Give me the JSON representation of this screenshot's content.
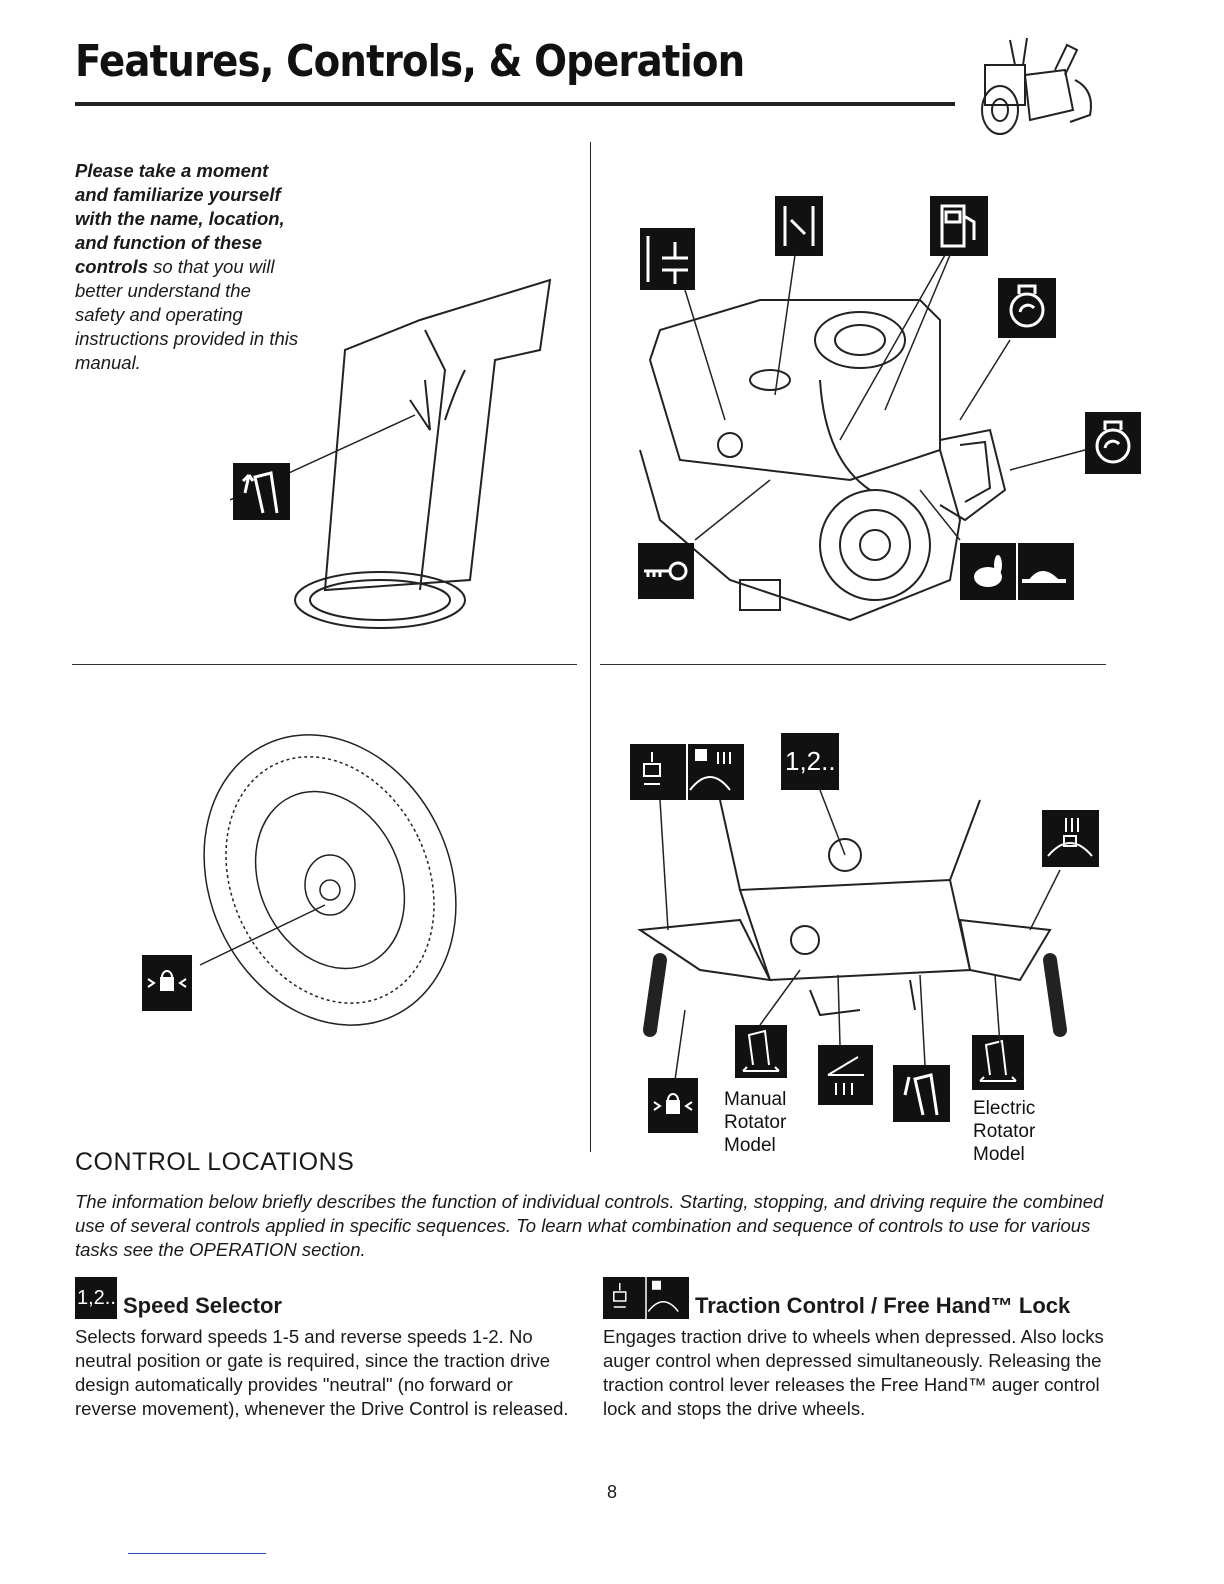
{
  "page": {
    "title": "Features, Controls, & Operation",
    "intro_bold": "Please take a moment and familiarize yourself with the name, location, and function of these controls",
    "intro_rest": " so that you will better understand the safety and operating instructions provided in this manual.",
    "page_number": "8"
  },
  "icons": {
    "snowblower_header": "snowblower-icon",
    "chute_deflector": "chute-deflector-icon",
    "choke": "choke-icon",
    "throttle": "throttle-icon",
    "fuel": "fuel-icon",
    "primer": "primer-icon",
    "recoil_starter": "recoil-starter-icon",
    "ignition_key": "ignition-key-icon",
    "fast_slow": "rabbit-turtle-icon",
    "wheel_lock": "wheel-lock-icon",
    "traction_control": "traction-control-icon",
    "auger_control": "auger-control-icon",
    "speed_selector": "speed-selector-icon",
    "chute_rotator": "chute-rotator-icon"
  },
  "diagram": {
    "speed_badge": "1,2..",
    "manual_label": "Manual\nRotator\nModel",
    "electric_label": "Electric\nRotator\nModel"
  },
  "sections": {
    "control_locations": "CONTROL LOCATIONS",
    "info": "The information below briefly describes the function of individual controls. Starting, stopping, and driving require the combined use of several controls applied in specific sequences. To learn what combination and sequence of controls to use for various tasks see the OPERATION section.",
    "speed_selector": {
      "badge": "1,2..",
      "title": "Speed Selector",
      "body": "Selects forward speeds 1-5 and reverse speeds 1-2. No neutral position or gate is required, since the traction drive design automatically provides \"neutral\" (no forward or reverse movement), whenever the Drive Control is released."
    },
    "traction_control": {
      "title": "Traction Control / Free Hand™ Lock",
      "body": "Engages traction drive to wheels when depressed. Also locks auger control when depressed simultaneously. Releasing the traction control lever releases the Free Hand™ auger control lock and stops the drive wheels."
    }
  }
}
